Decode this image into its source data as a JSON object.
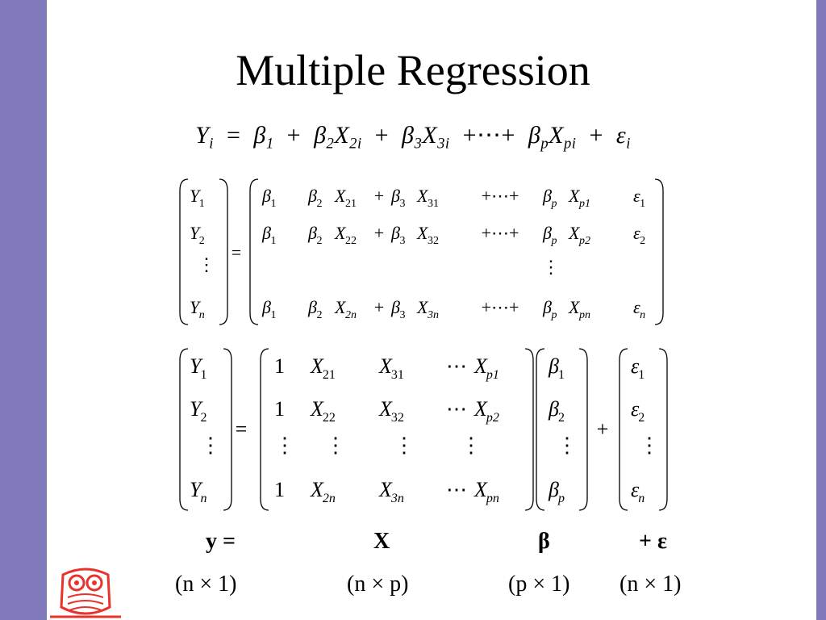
{
  "slide": {
    "title": "Multiple Regression",
    "equation": {
      "lhs": "Y",
      "lhs_sub": "i",
      "terms": [
        {
          "coef": "β",
          "coef_sub": "1",
          "var": "",
          "var_sub": ""
        },
        {
          "coef": "β",
          "coef_sub": "2",
          "var": "X",
          "var_sub": "2i"
        },
        {
          "coef": "β",
          "coef_sub": "3",
          "var": "X",
          "var_sub": "3i"
        },
        {
          "coef": "β",
          "coef_sub": "p",
          "var": "X",
          "var_sub": "pi"
        }
      ],
      "ellipsis": "⋯",
      "error": "ε",
      "error_sub": "i"
    },
    "matrix1": {
      "y": [
        {
          "t": "Y",
          "s": "1"
        },
        {
          "t": "Y",
          "s": "2"
        },
        {
          "t": "⋮",
          "s": ""
        },
        {
          "t": "Y",
          "s": "n"
        }
      ],
      "rows": [
        {
          "b1": "1",
          "x2": "21",
          "x3": "31",
          "xp": "p1",
          "e": "1"
        },
        {
          "b1": "1",
          "x2": "22",
          "x3": "32",
          "xp": "p2",
          "e": "2"
        },
        {
          "b1": "1",
          "x2": "2n",
          "x3": "3n",
          "xp": "pn",
          "e": "n"
        }
      ],
      "vdots": "⋮"
    },
    "matrix2": {
      "y": [
        {
          "t": "Y",
          "s": "1"
        },
        {
          "t": "Y",
          "s": "2"
        },
        {
          "t": "⋮",
          "s": ""
        },
        {
          "t": "Y",
          "s": "n"
        }
      ],
      "x_rows": [
        [
          "1",
          "X|21",
          "X|31",
          "⋯X|p1"
        ],
        [
          "1",
          "X|22",
          "X|32",
          "⋯X|p2"
        ],
        [
          "⋮",
          "⋮",
          "⋮",
          "⋮"
        ],
        [
          "1",
          "X|2n",
          "X|3n",
          "⋯X|pn"
        ]
      ],
      "beta": [
        {
          "t": "β",
          "s": "1"
        },
        {
          "t": "β",
          "s": "2"
        },
        {
          "t": "⋮",
          "s": ""
        },
        {
          "t": "β",
          "s": "p"
        }
      ],
      "eps": [
        {
          "t": "ε",
          "s": "1"
        },
        {
          "t": "ε",
          "s": "2"
        },
        {
          "t": "⋮",
          "s": ""
        },
        {
          "t": "ε",
          "s": "n"
        }
      ],
      "plus": "+"
    },
    "symbols": {
      "y": "y =",
      "x": "X",
      "beta": "β",
      "eps": "+ ε"
    },
    "dimensions": {
      "y": "(n × 1)",
      "x": "(n × p)",
      "beta": "(p × 1)",
      "eps": "(n × 1)"
    }
  },
  "colors": {
    "sidebar": "#8079b9",
    "owl": "#e8322c"
  },
  "icons": {
    "logo": "owl-logo-icon"
  }
}
